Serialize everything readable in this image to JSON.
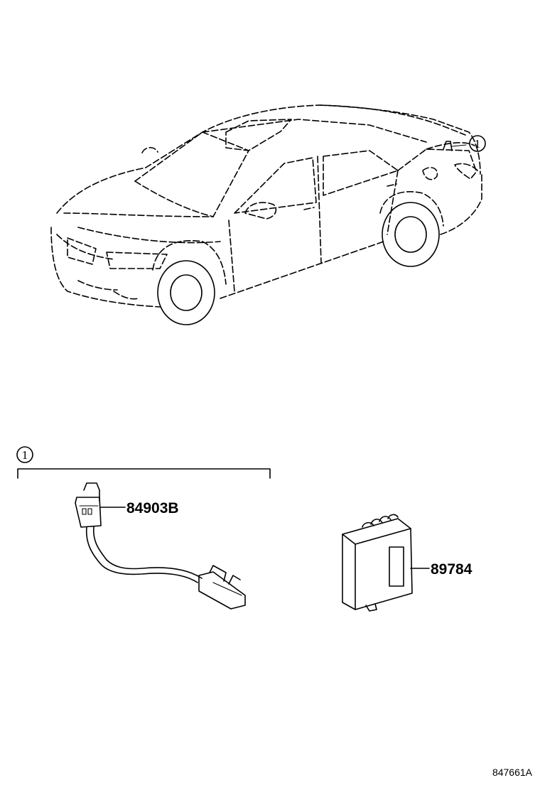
{
  "callouts": {
    "vehicle_location": "1",
    "group_header": "1"
  },
  "parts": [
    {
      "number": "84903B"
    },
    {
      "number": "89784"
    }
  ],
  "drawing_ref": "847661A"
}
